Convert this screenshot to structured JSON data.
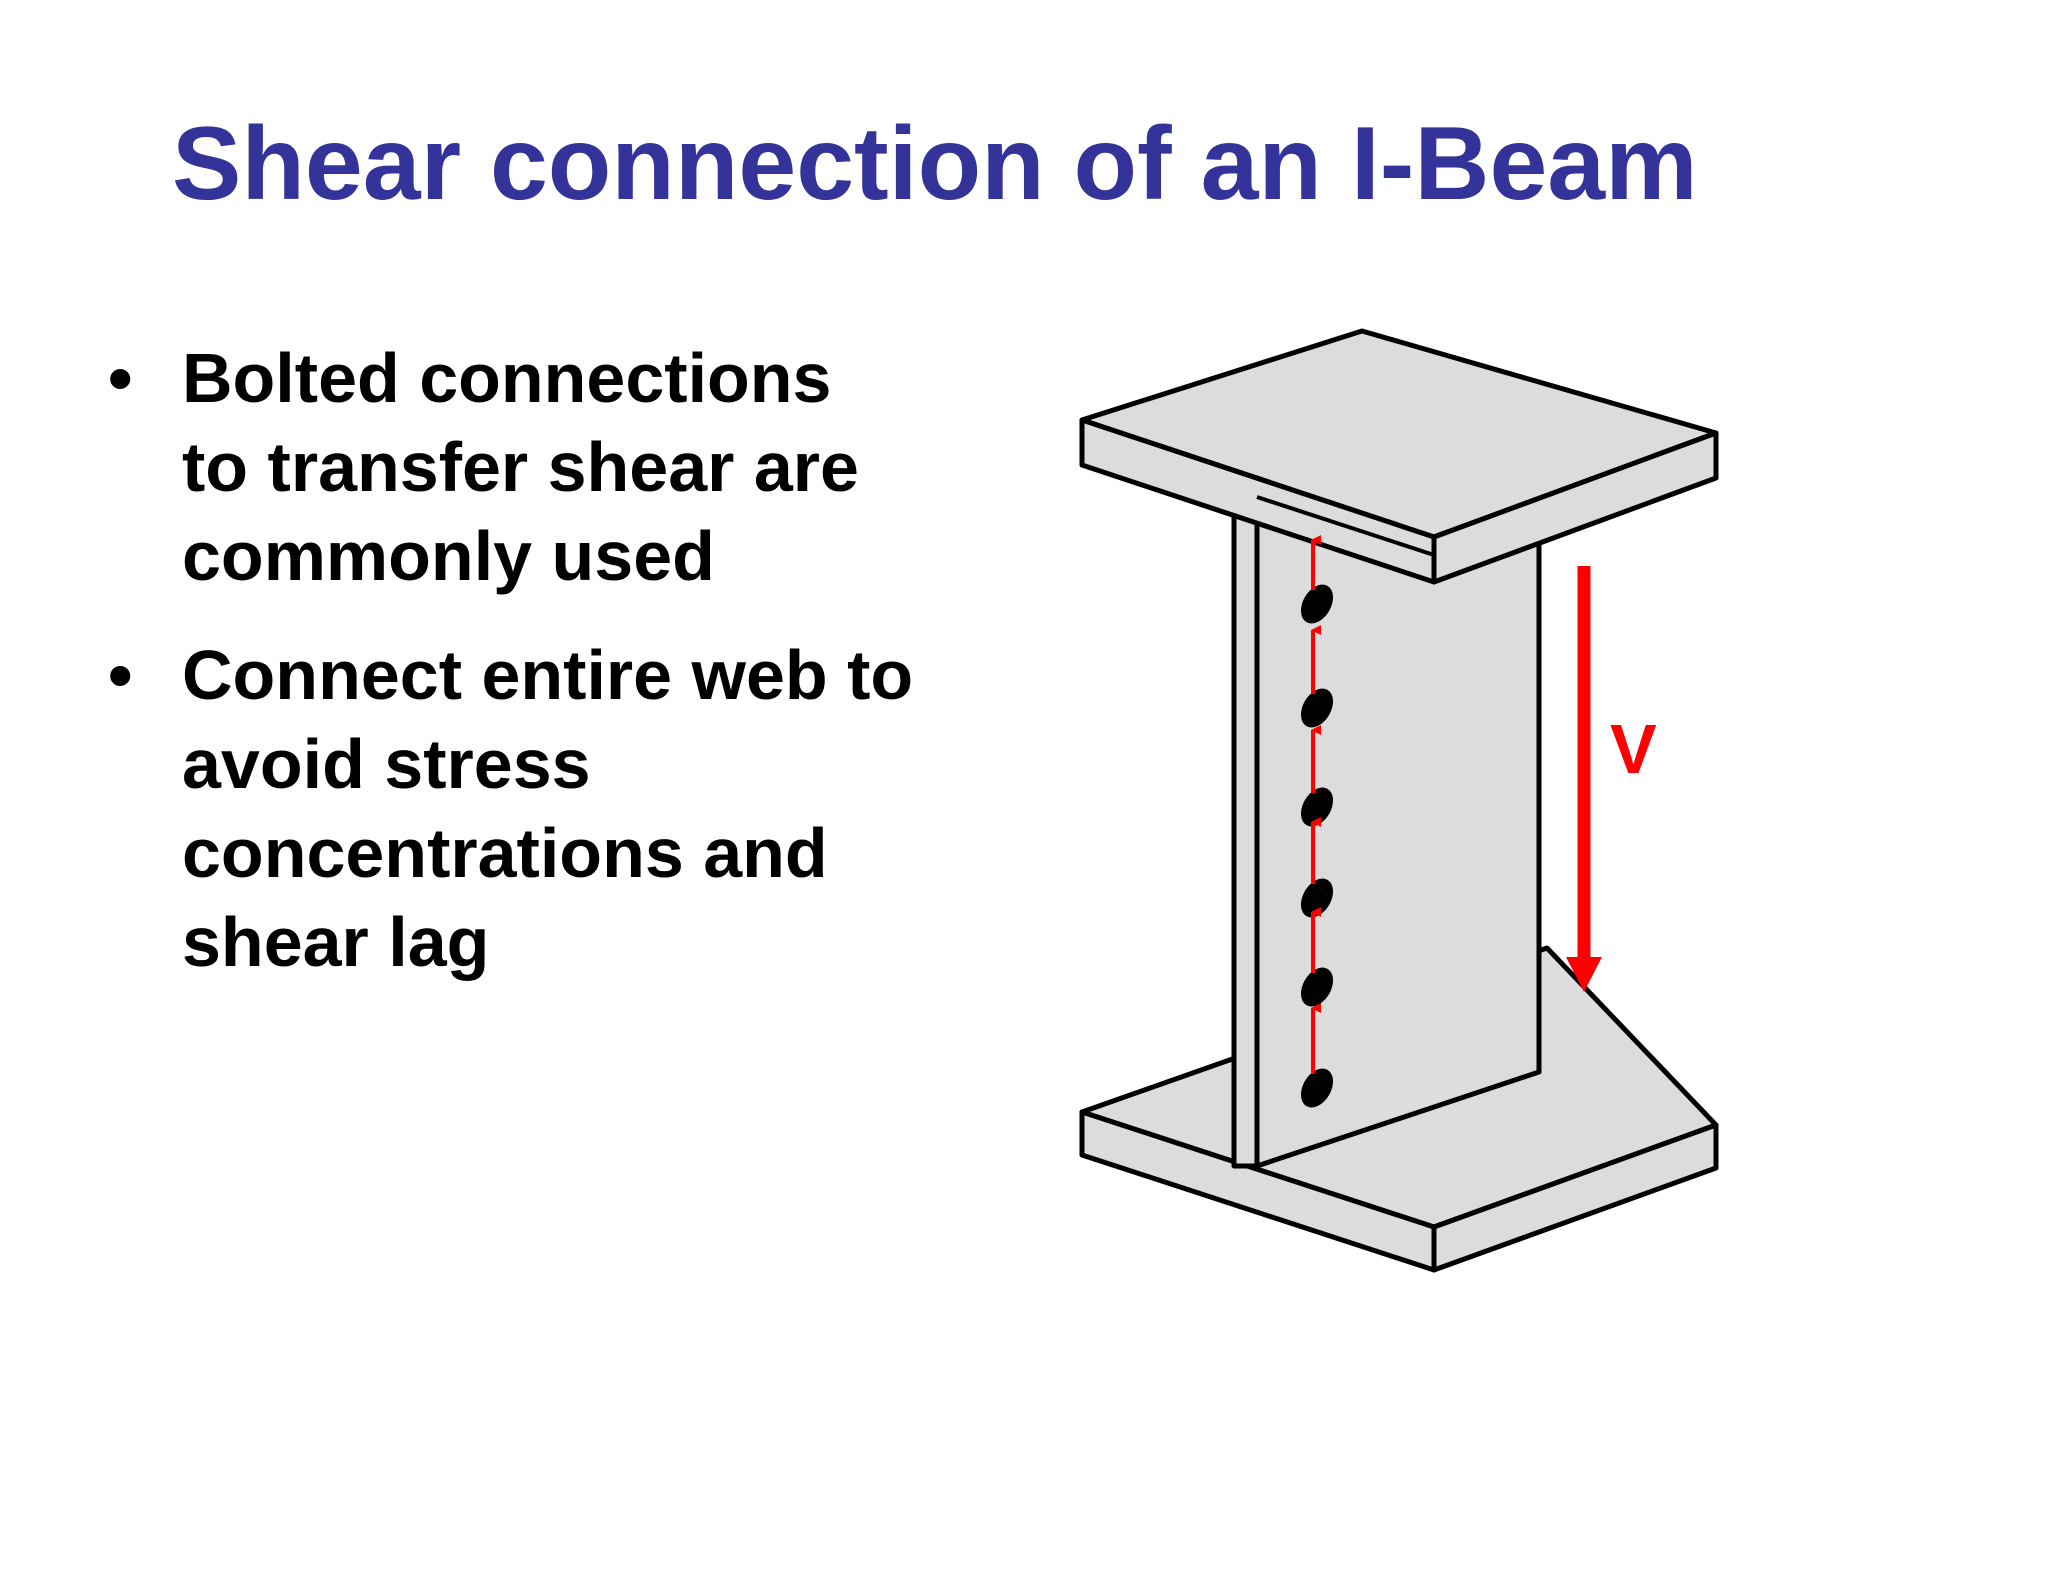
{
  "slide": {
    "title": "Shear connection of an I-Beam"
  },
  "bullets": [
    {
      "marker": "•",
      "lines": [
        "Bolted connections",
        "to transfer shear are",
        "commonly used"
      ]
    },
    {
      "marker": "•",
      "lines": [
        "Connect entire web to",
        "avoid stress",
        "concentrations and",
        "shear lag"
      ]
    }
  ],
  "diagram": {
    "shear_label": "V",
    "bolt_count": 6,
    "colors": {
      "title": "#333399",
      "steel_fill": "#dcdcdc",
      "outline": "#000000",
      "force_arrows": "#ff0000",
      "bolts": "#000000"
    }
  }
}
